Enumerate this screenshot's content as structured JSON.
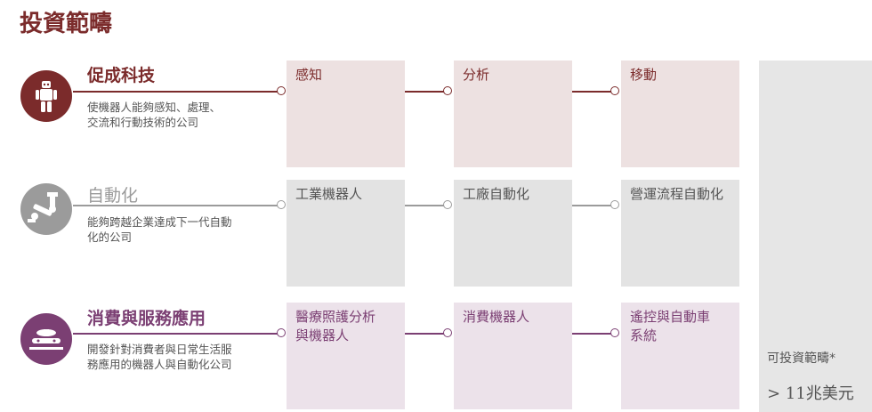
{
  "page_title": "投資範疇",
  "categories": [
    {
      "title": "促成科技",
      "description": [
        "使機器人能夠感知、處理、",
        "交流和行動技術的公司"
      ],
      "icon": "robot-icon",
      "color": "#7b2b2b",
      "box_color": "#ede1e1",
      "items": [
        "感知",
        "分析",
        "移動"
      ]
    },
    {
      "title": "自動化",
      "description": [
        "能夠跨越企業達成下一代自動",
        "化的公司"
      ],
      "icon": "robotic-arm-icon",
      "color": "#9b9b9b",
      "box_color": "#e3e3e3",
      "items": [
        "工業機器人",
        "工廠自動化",
        "營運流程自動化"
      ]
    },
    {
      "title": "消費與服務應用",
      "description": [
        "開發針對消費者與日常生活服",
        "務應用的機器人與自動化公司"
      ],
      "icon": "consumer-robot-icon",
      "color": "#7b3f73",
      "box_color": "#ece2ea",
      "items": [
        "醫療照護分析\n與機器人",
        "消費機器人",
        "遙控與自動車\n系統"
      ]
    }
  ],
  "investable_universe": {
    "label": "可投資範疇*",
    "value": "> 11兆美元"
  }
}
